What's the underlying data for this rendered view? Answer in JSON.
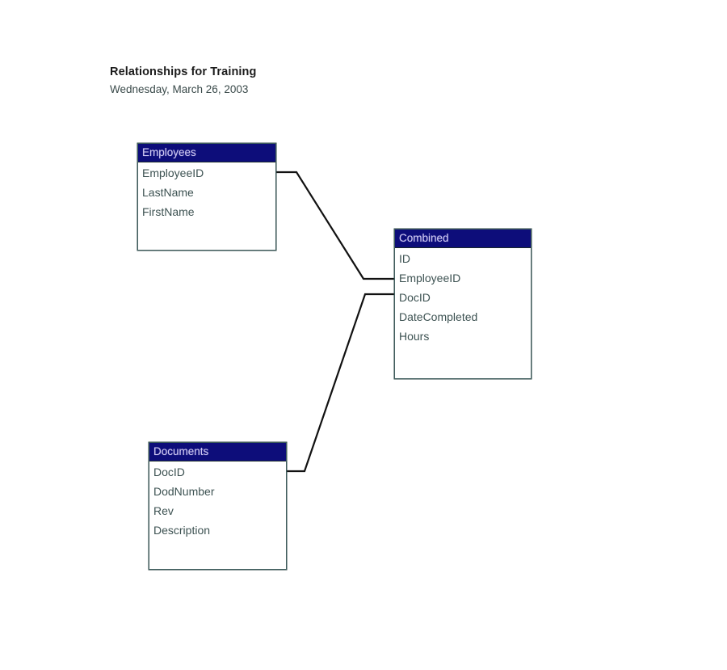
{
  "report": {
    "title": "Relationships for Training",
    "date": "Wednesday, March 26, 2003"
  },
  "theme": {
    "page_background": "#ffffff",
    "header_background": "#0d0d7a",
    "header_text": "#cfc9f2",
    "field_text": "#3d5252",
    "box_border": "#3f5d5d",
    "line_color": "#111111"
  },
  "tables": [
    {
      "name": "Employees",
      "fields": [
        "EmployeeID",
        "LastName",
        "FirstName"
      ]
    },
    {
      "name": "Combined",
      "fields": [
        "ID",
        "EmployeeID",
        "DocID",
        "DateCompleted",
        "Hours"
      ]
    },
    {
      "name": "Documents",
      "fields": [
        "DocID",
        "DodNumber",
        "Rev",
        "Description"
      ]
    }
  ],
  "relationships": [
    {
      "from_table": "Employees",
      "from_field": "EmployeeID",
      "to_table": "Combined",
      "to_field": "EmployeeID"
    },
    {
      "from_table": "Documents",
      "from_field": "DocID",
      "to_table": "Combined",
      "to_field": "DocID"
    }
  ]
}
